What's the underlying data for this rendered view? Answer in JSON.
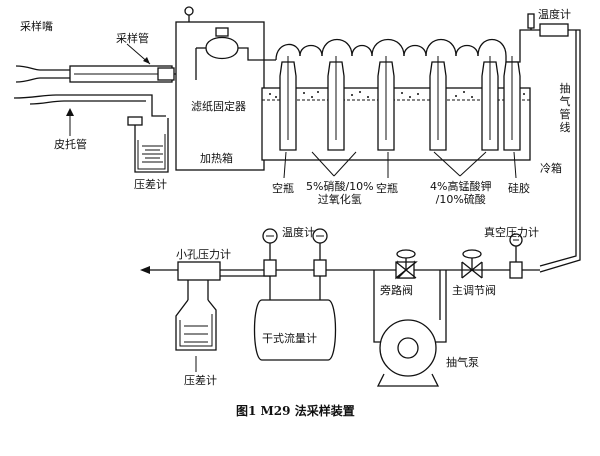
{
  "diagram": {
    "caption": "图1   M29 法采样装置",
    "labels": {
      "sampling_nozzle": "采样嘴",
      "sampling_tube": "采样管",
      "pitot_tube": "皮托管",
      "pressure_gauge_top": "压差计",
      "filter_holder": "滤纸固定器",
      "heating_box": "加热箱",
      "thermometer_top": "温度计",
      "cold_box": "冷箱",
      "suction_line": "抽气管线",
      "empty_bottle_1": "空瓶",
      "nitric_peroxide": "5%硝酸/10%\n过氧化氢",
      "empty_bottle_2": "空瓶",
      "kmno4_sulfuric": "4%高锰酸钾\n/10%硫酸",
      "silica_gel": "硅胶",
      "thermometer_bottom": "温度计",
      "vacuum_gauge": "真空压力计",
      "orifice_gauge": "小孔压力计",
      "bypass_valve": "旁路阀",
      "main_valve": "主调节阀",
      "dry_gas_meter": "干式流量计",
      "pump": "抽气泵",
      "pressure_gauge_bottom": "压差计"
    }
  }
}
